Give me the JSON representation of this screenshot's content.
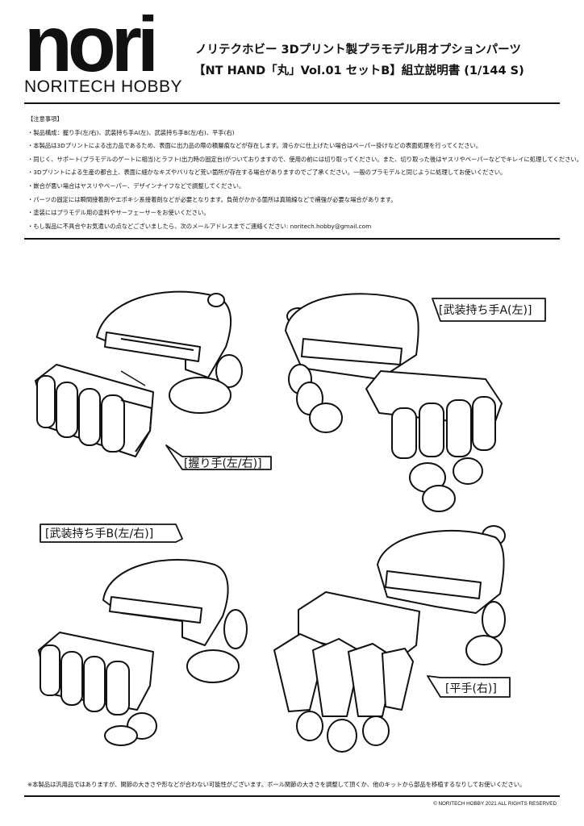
{
  "header": {
    "logo_text": "nori",
    "brand": "NORITECH HOBBY",
    "title_line1": "ノリテクホビー 3Dプリント製プラモデル用オプションパーツ",
    "title_line2": "【NT HAND「丸」Vol.01 セットB】組立説明書 (1/144 S)"
  },
  "notes": {
    "heading": "【注意事項】",
    "items": [
      "・製品構成：握り手(左/右)、武装持ち手A(左)、武装持ち手B(左/右)、平手(右)",
      "・本製品は3Dプリントによる出力品であるため、表面に出力品の際の積層痕などが存在します。滑らかに仕上げたい場合はペーパー掛けなどの表面処理を行ってください。",
      "・同じく、サポート(プラモデルのゲートに相当)とラフト(出力時の固定台)がついておりますので、使用の前には切り取ってください。また、切り取った後はヤスリやペーパーなどでキレイに処理してください。",
      "・3Dプリントによる生産の都合上、表面に細かなキズやバリなど荒い箇所が存在する場合がありますのでご了承ください。一般のプラモデルと同じように処理してお使いください。",
      "・嵌合が悪い場合はヤスリやペーパー、デザインナイフなどで調整してください。",
      "・パーツの固定には瞬間接着剤やエポキシ系接着剤などが必要となります。負荷がかかる箇所は真鍮線などで補強が必要な場合があります。",
      "・塗装にはプラモデル用の塗料やサーフェーサーをお使いください。",
      "・もし製品に不具合やお気遣いの点などございましたら、次のメールアドレスまでご連絡ください: noritech.hobby@gmail.com"
    ]
  },
  "labels": {
    "grip": "[握り手(左/右)]",
    "weapon_a": "[武装持ち手A(左)]",
    "weapon_b": "[武装持ち手B(左/右)]",
    "flat": "[平手(右)]"
  },
  "footer": {
    "note": "※本製品は汎用品ではありますが、関節の大きさや形などが合わない可能性がございます。ボール関節の大きさを調整して頂くか、他のキットから部品を移植するなりしてお使いください。",
    "copyright": "© NORITECH HOBBY 2021 ALL RIGHTS RESERVED"
  }
}
